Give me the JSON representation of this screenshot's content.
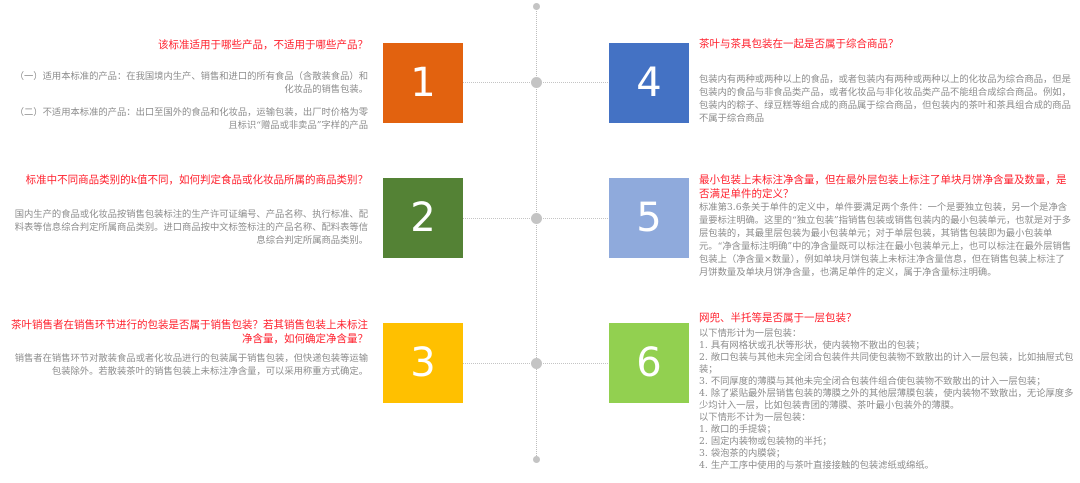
{
  "timeline": {
    "line_color": "#bdbdbd",
    "node_color": "#c4c4c4"
  },
  "items": [
    {
      "number": "1",
      "color": "#e2620f",
      "question": "该标准适用于哪些产品，不适用于哪些产品？",
      "answer": [
        "（一）适用本标准的产品：在我国境内生产、销售和进口的所有食品（含散装食品）和化妆品的销售包装。",
        "（二）不适用本标准的产品：出口至国外的食品和化妆品，运输包装，出厂时价格为零且标识“赠品或非卖品”字样的产品"
      ]
    },
    {
      "number": "2",
      "color": "#548235",
      "question": "标准中不同商品类别的k值不同，如何判定食品或化妆品所属的商品类别？",
      "answer": [
        "国内生产的食品或化妆品按销售包装标注的生产许可证编号、产品名称、执行标准、配料表等信息综合判定所属商品类别。进口商品按中文标签标注的产品名称、配料表等信息综合判定所属商品类别。"
      ]
    },
    {
      "number": "3",
      "color": "#ffc000",
      "question": "茶叶销售者在销售环节进行的包装是否属于销售包装？若其销售包装上未标注净含量，如何确定净含量？",
      "answer": [
        "销售者在销售环节对散装食品或者化妆品进行的包装属于销售包装，但快递包装等运输包装除外。若散装茶叶的销售包装上未标注净含量，可以采用称重方式确定。"
      ]
    },
    {
      "number": "4",
      "color": "#4472c4",
      "question": "茶叶与茶具包装在一起是否属于综合商品？",
      "answer": [
        "包装内有两种或两种以上的食品，或者包装内有两种或两种以上的化妆品为综合商品，但是包装内的食品与非食品类产品，或者化妆品与非化妆品类产品不能组合成综合商品。例如，包装内的粽子、绿豆糕等组合成的商品属于综合商品，但包装内的茶叶和茶具组合成的商品不属于综合商品"
      ]
    },
    {
      "number": "5",
      "color": "#8faadc",
      "question": "最小包装上未标注净含量，但在最外层包装上标注了单块月饼净含量及数量，是否满足单件的定义？",
      "answer": [
        "标准第3.6条关于单件的定义中，单件要满足两个条件：一个是要独立包装，另一个是净含量要标注明确。这里的“独立包装”指销售包装或销售包装内的最小包装单元，也就是对于多层包装的，其最里层包装为最小包装单元；对于单层包装，其销售包装即为最小包装单元。“净含量标注明确”中的净含量既可以标注在最小包装单元上，也可以标注在最外层销售包装上（净含量×数量），例如单块月饼包装上未标注净含量信息，但在销售包装上标注了月饼数量及单块月饼净含量，也满足单件的定义，属于净含量标注明确。"
      ]
    },
    {
      "number": "6",
      "color": "#92d050",
      "question": "网兜、半托等是否属于一层包装？",
      "answer": [
        "以下情形计为一层包装：",
        "1. 具有网格状或孔状等形状，使内装物不散出的包装；",
        "2. 敞口包装与其他未完全闭合包装件共同使包装物不致散出的计入一层包装，比如抽屉式包装；",
        "3. 不同厚度的薄膜与其他未完全闭合包装件组合使包装物不致散出的计入一层包装；",
        "4. 除了紧贴最外层销售包装的薄膜之外的其他层薄膜包装，使内装物不致散出，无论厚度多少均计入一层，比如包装青团的薄膜、茶叶最小包装外的薄膜。",
        "以下情形不计为一层包装：",
        "1. 敞口的手提袋；",
        "2. 固定内装物或包装物的半托；",
        "3. 袋泡茶的内膜袋；",
        "4. 生产工序中使用的与茶叶直接接触的包装滤纸或绵纸。"
      ]
    }
  ]
}
